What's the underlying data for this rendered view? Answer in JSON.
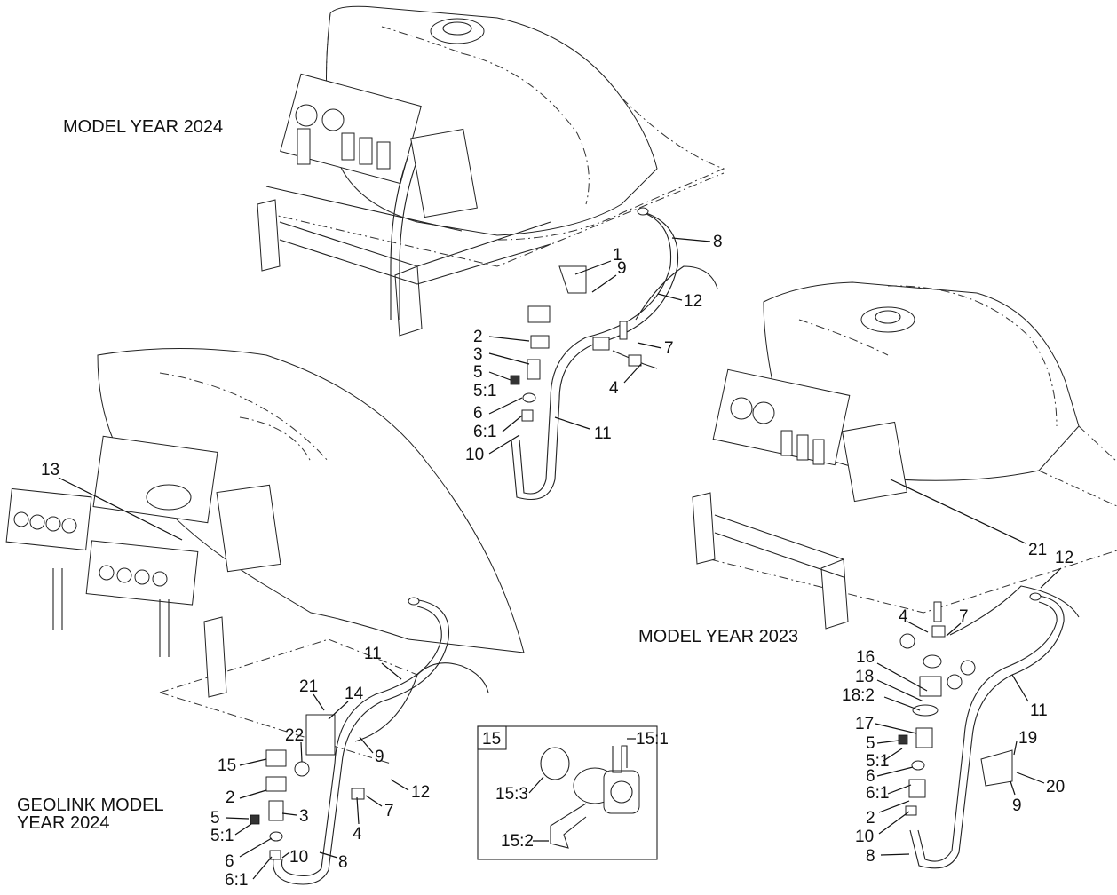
{
  "titles": {
    "my2024": "MODEL YEAR 2024",
    "my2023": "MODEL YEAR 2023",
    "geolink_line1": "GEOLINK MODEL",
    "geolink_line2": "YEAR 2024"
  },
  "inset": {
    "label": "15",
    "callouts": [
      "15:1",
      "15:2",
      "15:3"
    ]
  },
  "callouts": {
    "my2024": [
      "8",
      "1",
      "9",
      "12",
      "2",
      "7",
      "3",
      "5",
      "5:1",
      "4",
      "6",
      "6:1",
      "11",
      "10"
    ],
    "geolink": [
      "13",
      "11",
      "21",
      "14",
      "22",
      "9",
      "15",
      "2",
      "12",
      "7",
      "5",
      "3",
      "5:1",
      "4",
      "6",
      "10",
      "8",
      "6:1"
    ],
    "my2023": [
      "21",
      "12",
      "4",
      "7",
      "16",
      "18",
      "18:2",
      "11",
      "17",
      "5",
      "5:1",
      "19",
      "6",
      "20",
      "6:1",
      "9",
      "2",
      "10",
      "8"
    ]
  },
  "icons": [
    "sprayer-tank-2024",
    "sprayer-tank-geolink",
    "sprayer-tank-2023",
    "valve-manifold",
    "hose",
    "tee-fitting",
    "clamp",
    "bracket",
    "coupler-valve"
  ]
}
